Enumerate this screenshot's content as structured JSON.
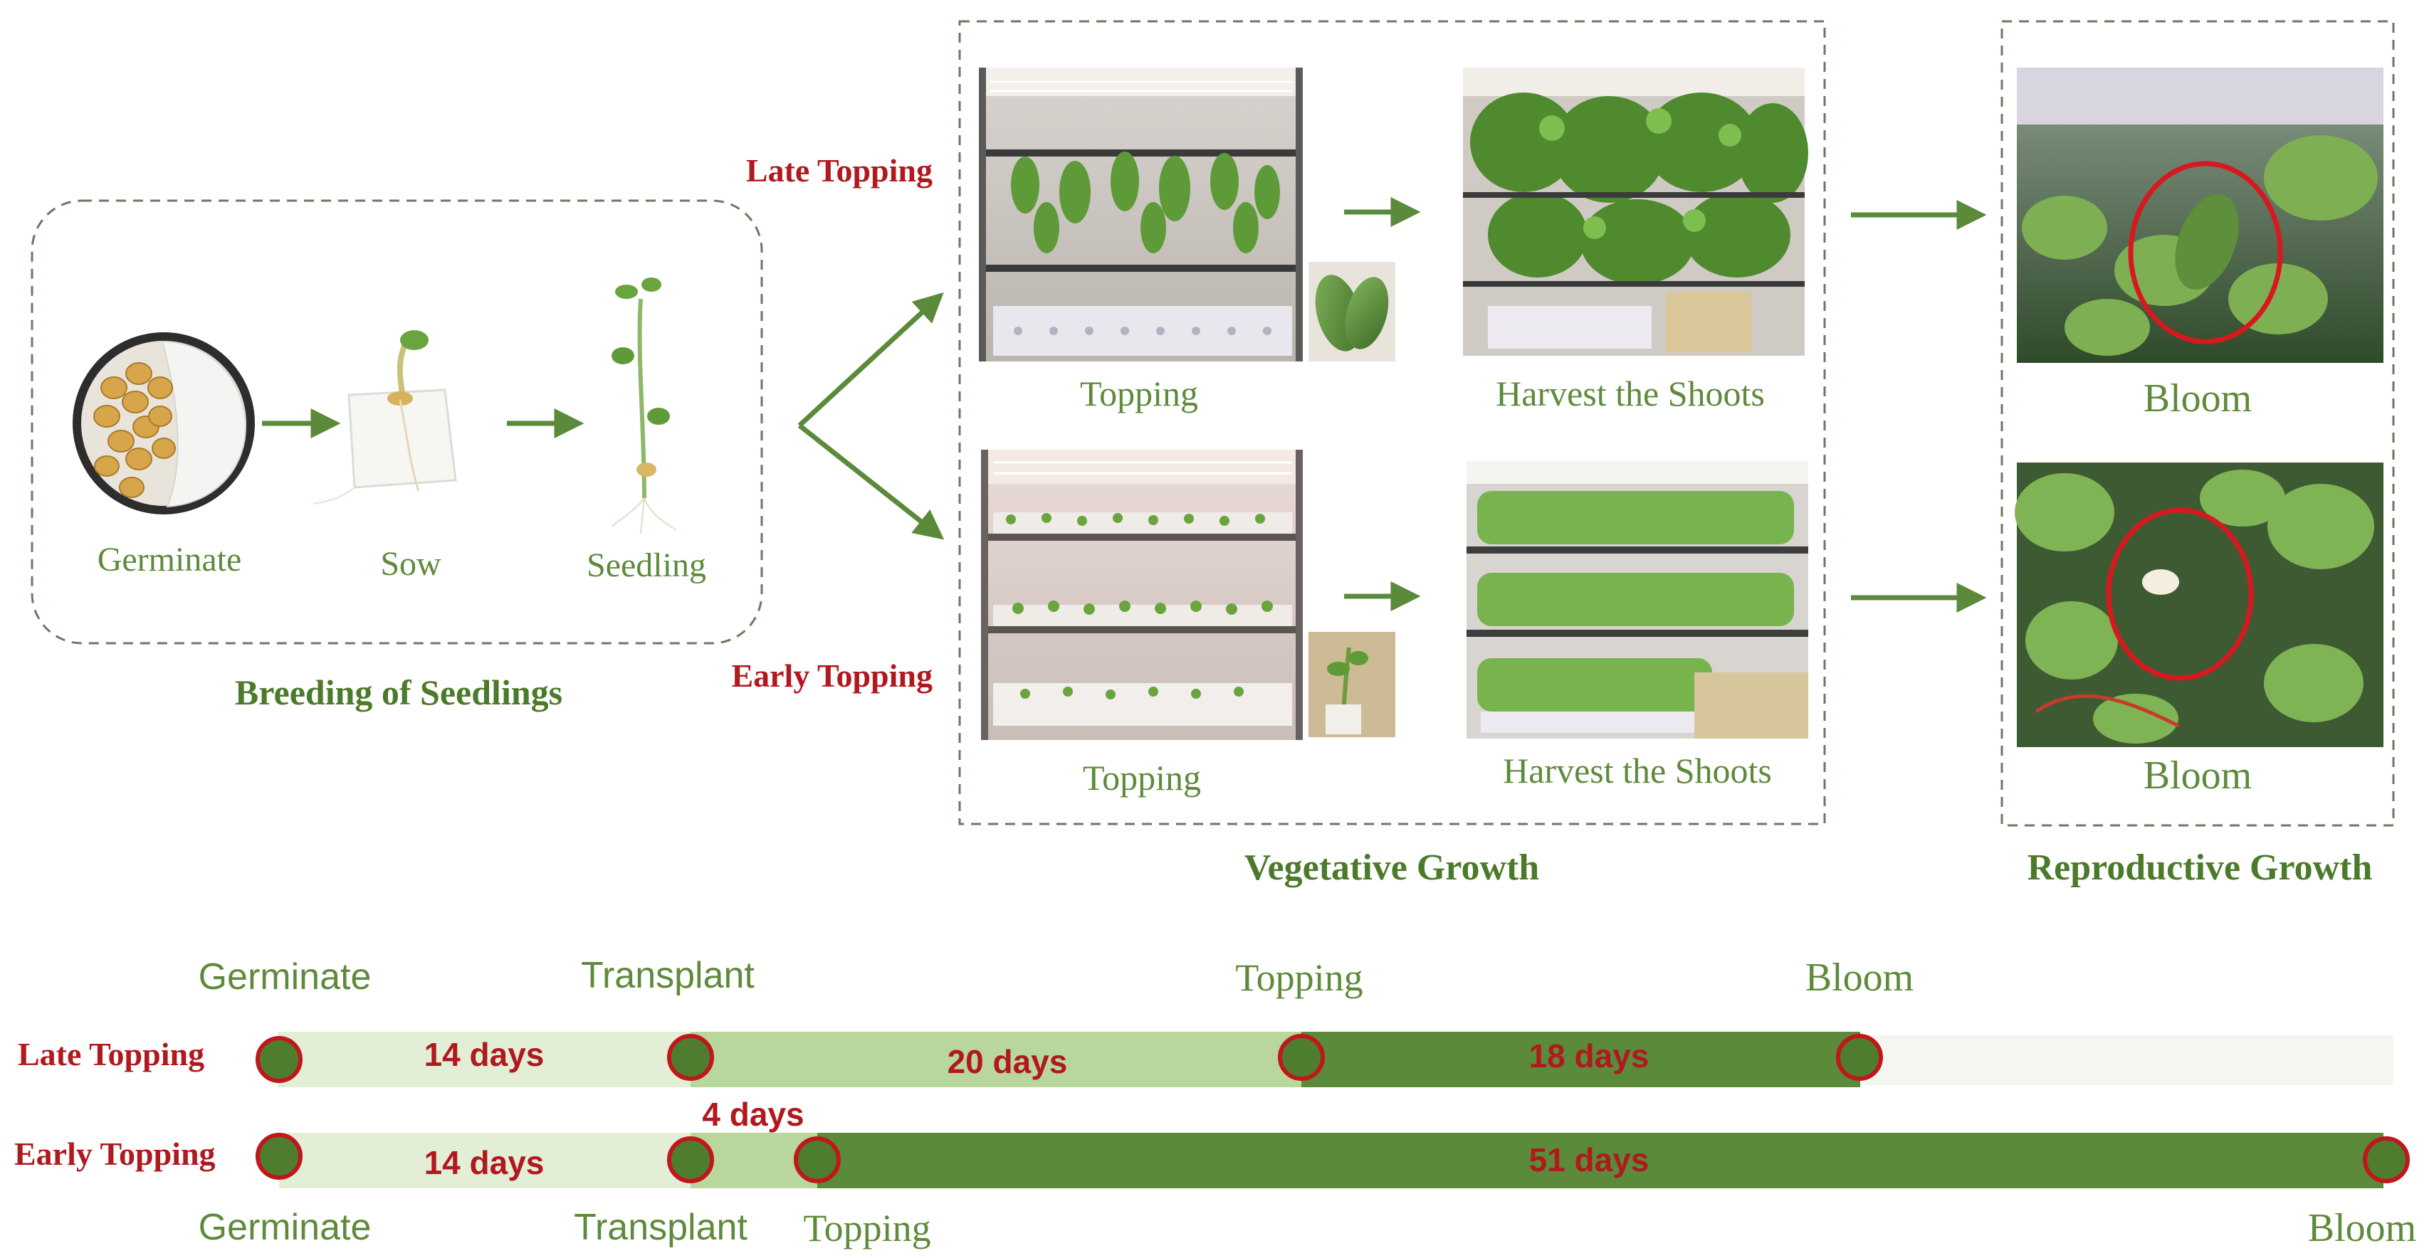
{
  "colors": {
    "green_text": "#5e8a3c",
    "dark_green_title": "#4c7a2b",
    "red_label": "#b0191e",
    "arrow_green": "#5a8a3a",
    "bar_light": "#e6f0da",
    "bar_mid": "#b7d59a",
    "bar_dark": "#5b8a3a",
    "circle_fill": "#4f7d2f",
    "circle_stroke": "#c0161c",
    "dash_border": "#6a7a60"
  },
  "diagram": {
    "breeding": {
      "title": "Breeding of Seedlings",
      "steps": [
        "Germinate",
        "Sow",
        "Seedling"
      ]
    },
    "branch_labels": {
      "late": "Late Topping",
      "early": "Early Topping"
    },
    "vegetative": {
      "title": "Vegetative Growth",
      "late_row": {
        "left_label": "Topping",
        "right_label": "Harvest the Shoots"
      },
      "early_row": {
        "left_label": "Topping",
        "right_label": "Harvest the Shoots"
      }
    },
    "reproductive": {
      "title": "Reproductive Growth",
      "top_label": "Bloom",
      "bottom_label": "Bloom"
    }
  },
  "timeline": {
    "late": {
      "label": "Late Topping",
      "top_labels": [
        "Germinate",
        "Transplant",
        "Topping",
        "Bloom"
      ],
      "segments": [
        "14 days",
        "20 days",
        "18 days"
      ]
    },
    "early": {
      "label": "Early Topping",
      "bottom_labels": [
        "Germinate",
        "Transplant",
        "Topping",
        "Bloom"
      ],
      "segments": [
        "14 days",
        "4 days",
        "51 days"
      ]
    }
  }
}
